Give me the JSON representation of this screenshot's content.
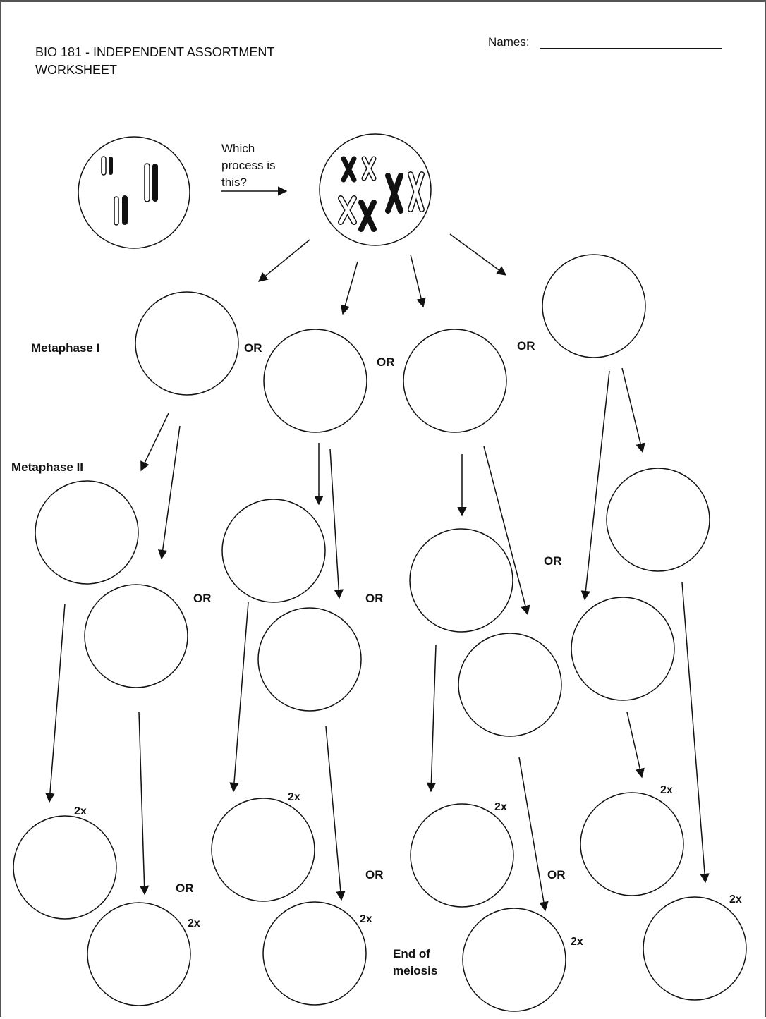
{
  "header": {
    "title": "BIO 181 - INDEPENDENT ASSORTMENT WORKSHEET",
    "names_label": "Names:"
  },
  "question": {
    "text": "Which process is this?"
  },
  "stages": {
    "metaphase_1": "Metaphase I",
    "metaphase_2": "Metaphase II",
    "end_of_meiosis": "End of meiosis"
  },
  "labels": {
    "or": "OR",
    "times_two": "2x"
  },
  "colors": {
    "ink": "#111111",
    "paper": "#ffffff"
  }
}
